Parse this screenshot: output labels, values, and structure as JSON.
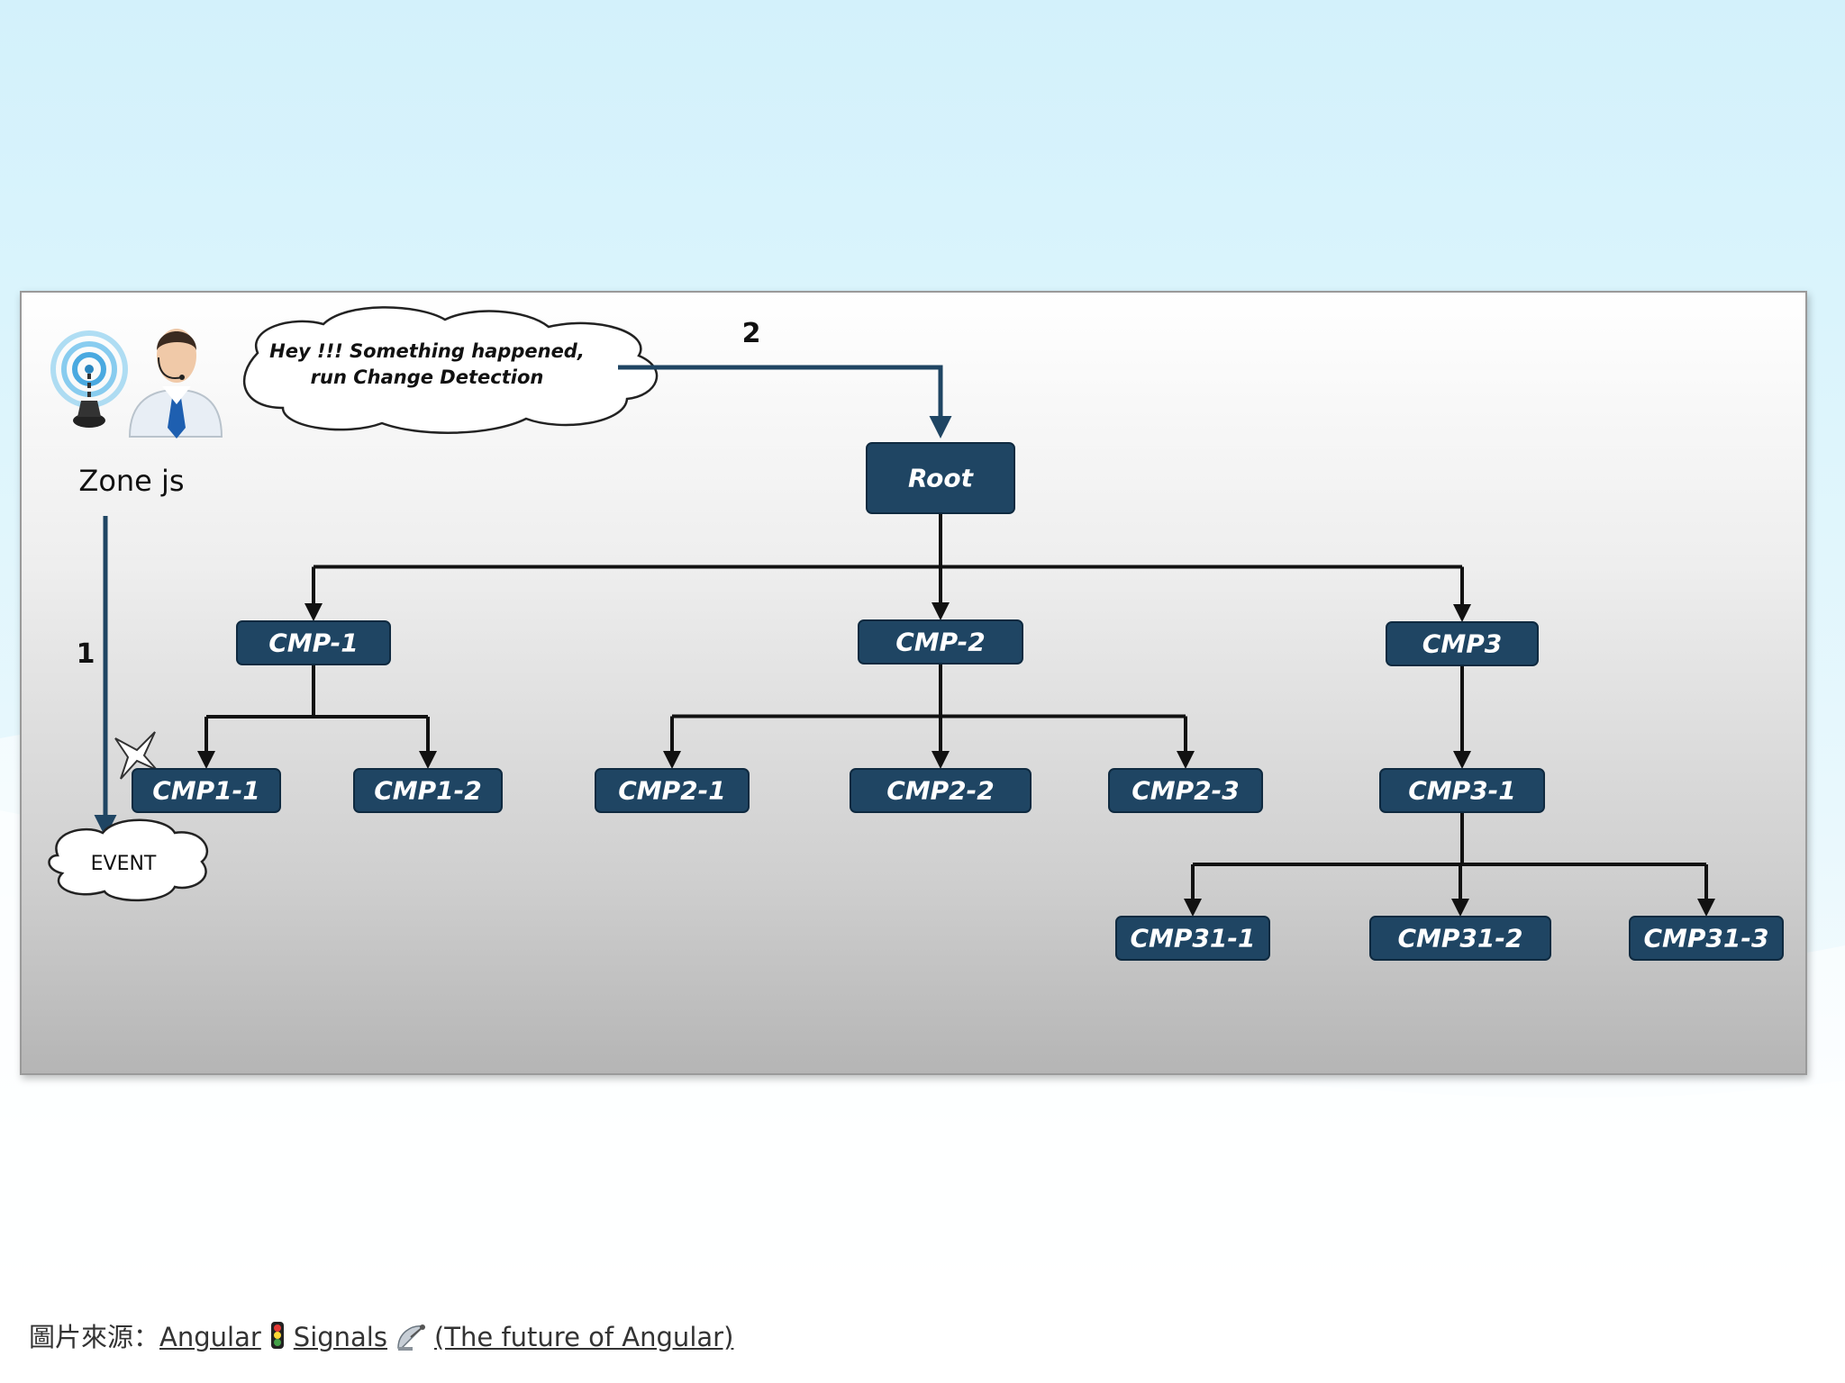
{
  "diagram": {
    "actor_label": "Zone js",
    "speech_bubble": {
      "line1": "Hey !!! Something happened,",
      "line2": "run Change Detection"
    },
    "event_label": "EVENT",
    "step_labels": {
      "step1": "1",
      "step2": "2"
    },
    "nodes": {
      "root": "Root",
      "cmp1": "CMP-1",
      "cmp2": "CMP-2",
      "cmp3": "CMP3",
      "cmp1_1": "CMP1-1",
      "cmp1_2": "CMP1-2",
      "cmp2_1": "CMP2-1",
      "cmp2_2": "CMP2-2",
      "cmp2_3": "CMP2-3",
      "cmp3_1": "CMP3-1",
      "cmp31_1": "CMP31-1",
      "cmp31_2": "CMP31-2",
      "cmp31_3": "CMP31-3"
    },
    "edges": [
      [
        "root",
        "cmp1"
      ],
      [
        "root",
        "cmp2"
      ],
      [
        "root",
        "cmp3"
      ],
      [
        "cmp1",
        "cmp1_1"
      ],
      [
        "cmp1",
        "cmp1_2"
      ],
      [
        "cmp2",
        "cmp2_1"
      ],
      [
        "cmp2",
        "cmp2_2"
      ],
      [
        "cmp2",
        "cmp2_3"
      ],
      [
        "cmp3",
        "cmp3_1"
      ],
      [
        "cmp3_1",
        "cmp31_1"
      ],
      [
        "cmp3_1",
        "cmp31_2"
      ],
      [
        "cmp3_1",
        "cmp31_3"
      ]
    ],
    "colors": {
      "node_fill": "#1f4563",
      "node_text": "#ffffff",
      "connector": "#111111"
    }
  },
  "credit": {
    "prefix": "圖片來源：",
    "link_part1": "Angular",
    "link_part2": "Signals",
    "link_part3": "(The future of Angular)",
    "icons": [
      "traffic-light-icon",
      "satellite-dish-icon"
    ]
  }
}
